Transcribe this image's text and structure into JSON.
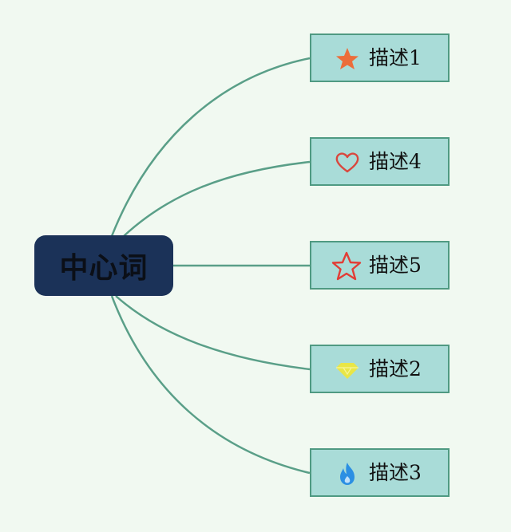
{
  "center": {
    "label": "中心词",
    "fill": "#1b3258"
  },
  "colors": {
    "line": "#5a9f88",
    "branch_fill": "#a9dcd8",
    "branch_border": "#4f9a82"
  },
  "branches": [
    {
      "label": "描述1",
      "icon": "star-filled-icon",
      "color": "#ec6d3a"
    },
    {
      "label": "描述4",
      "icon": "heart-outline-icon",
      "color": "#d9473d"
    },
    {
      "label": "描述5",
      "icon": "star-outline-icon",
      "color": "#e23d36"
    },
    {
      "label": "描述2",
      "icon": "diamond-icon",
      "color": "#e9e647"
    },
    {
      "label": "描述3",
      "icon": "flame-icon",
      "color": "#2b8fe3"
    }
  ]
}
